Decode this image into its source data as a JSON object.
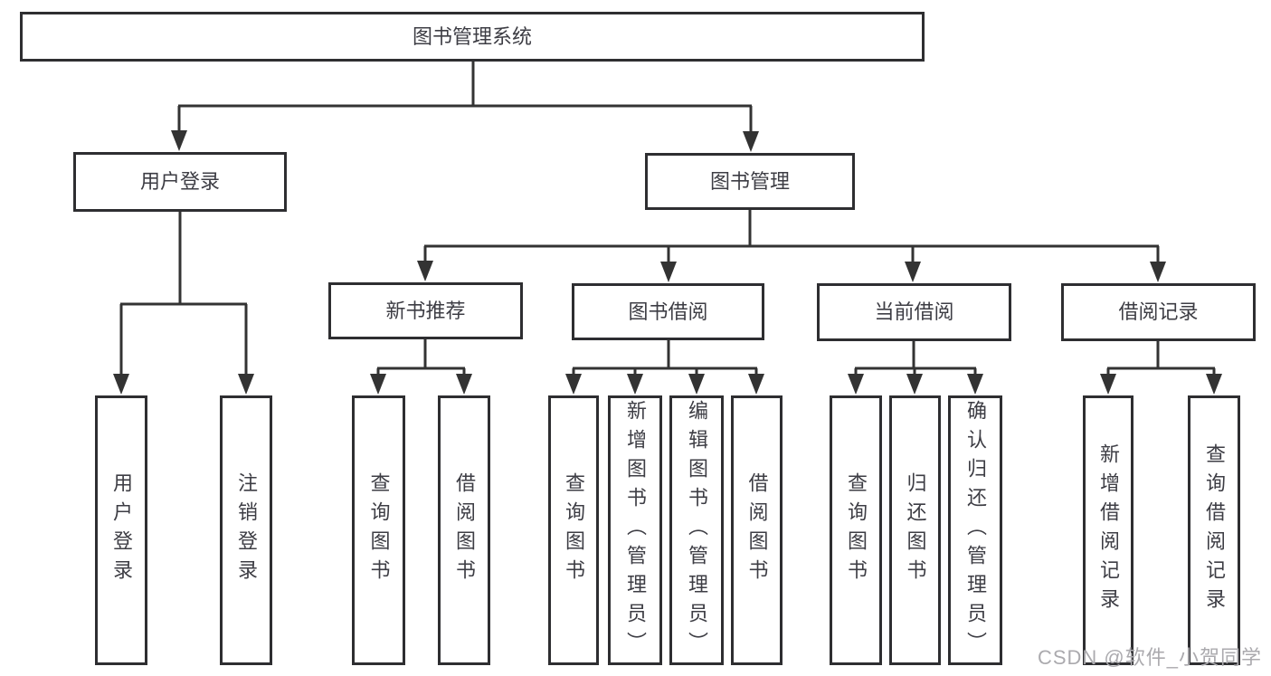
{
  "diagram_title": "图书管理系统",
  "tree": {
    "label": "图书管理系统",
    "children": [
      {
        "label": "用户登录",
        "children": [
          {
            "label": "用户登录"
          },
          {
            "label": "注销登录"
          }
        ]
      },
      {
        "label": "图书管理",
        "children": [
          {
            "label": "新书推荐",
            "children": [
              {
                "label": "查询图书"
              },
              {
                "label": "借阅图书"
              }
            ]
          },
          {
            "label": "图书借阅",
            "children": [
              {
                "label": "查询图书"
              },
              {
                "label": "新增图书（管理员）"
              },
              {
                "label": "编辑图书（管理员）"
              },
              {
                "label": "借阅图书"
              }
            ]
          },
          {
            "label": "当前借阅",
            "children": [
              {
                "label": "查询图书"
              },
              {
                "label": "归还图书"
              },
              {
                "label": "确认归还（管理员）"
              }
            ]
          },
          {
            "label": "借阅记录",
            "children": [
              {
                "label": "新增借阅记录"
              },
              {
                "label": "查询借阅记录"
              }
            ]
          }
        ]
      }
    ]
  },
  "watermark": {
    "text": "CSDN @软件_小贺同学"
  },
  "colors": {
    "background": "#ffffff",
    "box_border": "#2e2e31",
    "connector_line": "#333333",
    "text": "#3d3d44",
    "watermark_text": "#abaaae"
  }
}
